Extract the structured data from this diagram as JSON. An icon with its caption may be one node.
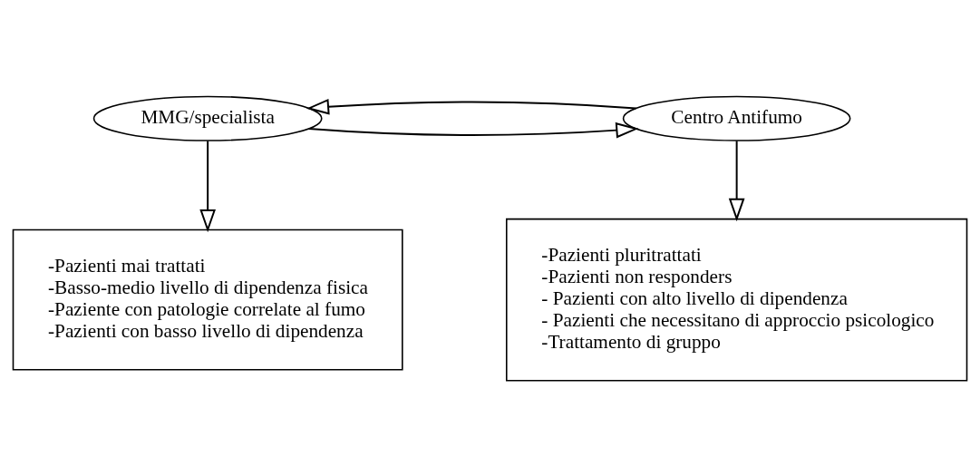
{
  "diagram": {
    "nodes": [
      {
        "text": [
          "MMG/specialista"
        ]
      },
      {
        "text": [
          "Centro Antifumo"
        ]
      },
      {
        "text": [
          "-Pazienti mai trattati",
          "-Basso-medio livello di dipendenza fisica",
          "-Paziente con patologie correlate al fumo",
          "-Pazienti con basso livello di dipendenza"
        ]
      },
      {
        "text": [
          "-Pazienti pluritrattati",
          "-Pazienti non responders",
          "- Pazienti con alto livello di dipendenza",
          "- Pazienti che necessitano di approccio psicologico",
          "-Trattamento di gruppo"
        ]
      }
    ],
    "edges": [
      {
        "from": 0,
        "to": 1,
        "arrow": "to"
      },
      {
        "from": 1,
        "to": 0,
        "arrow": "to"
      },
      {
        "from": 0,
        "to": 2,
        "arrow": "to"
      },
      {
        "from": 1,
        "to": 3,
        "arrow": "to"
      }
    ]
  }
}
